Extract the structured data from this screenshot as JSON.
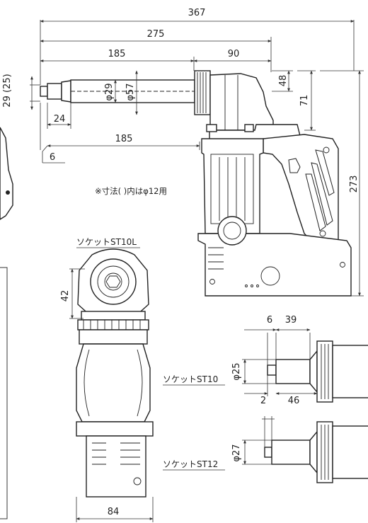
{
  "dimensions": {
    "overall_length": "367",
    "shank_to_body": "275",
    "socket_length": "185",
    "head_offset": "90",
    "socket_height": "29 (25)",
    "dia_29": "φ29",
    "dia_57": "φ57",
    "offset_48": "48",
    "offset_71": "71",
    "tip_24": "24",
    "lower_185": "185",
    "tip_6": "6",
    "height_273": "273",
    "front_42": "42",
    "front_width_84": "84",
    "st10_6": "6",
    "st10_39": "39",
    "st10_dia": "φ25",
    "st10_2": "2",
    "st10_46": "46",
    "st12_dia": "φ27"
  },
  "labels": {
    "note": "※寸法( )内はφ12用",
    "socket_st10l": "ソケットST10L",
    "socket_st10": "ソケットST10",
    "socket_st12": "ソケットST12"
  }
}
